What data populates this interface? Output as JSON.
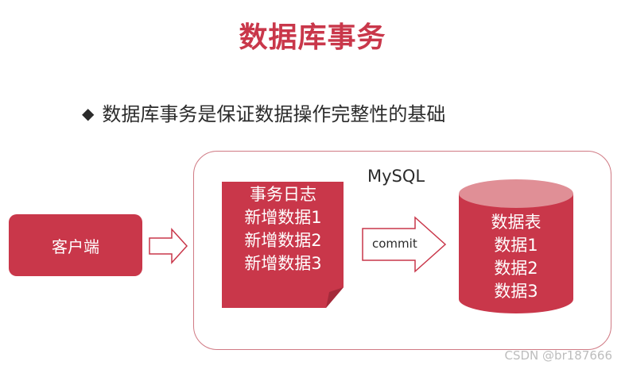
{
  "title": "数据库事务",
  "bullet": {
    "text": "数据库事务是保证数据操作完整性的基础"
  },
  "client": {
    "label": "客户端"
  },
  "mysql": {
    "label": "MySQL"
  },
  "transaction_log": {
    "lines": [
      "事务日志",
      "新增数据1",
      "新增数据2",
      "新增数据3"
    ]
  },
  "commit_label": "commit",
  "data_table": {
    "lines": [
      "数据表",
      "数据1",
      "数据2",
      "数据3"
    ]
  },
  "watermark": "CSDN @br187666",
  "colors": {
    "accent": "#c9374a",
    "cylinder_top": "#e08f96",
    "border": "#d07a84"
  }
}
